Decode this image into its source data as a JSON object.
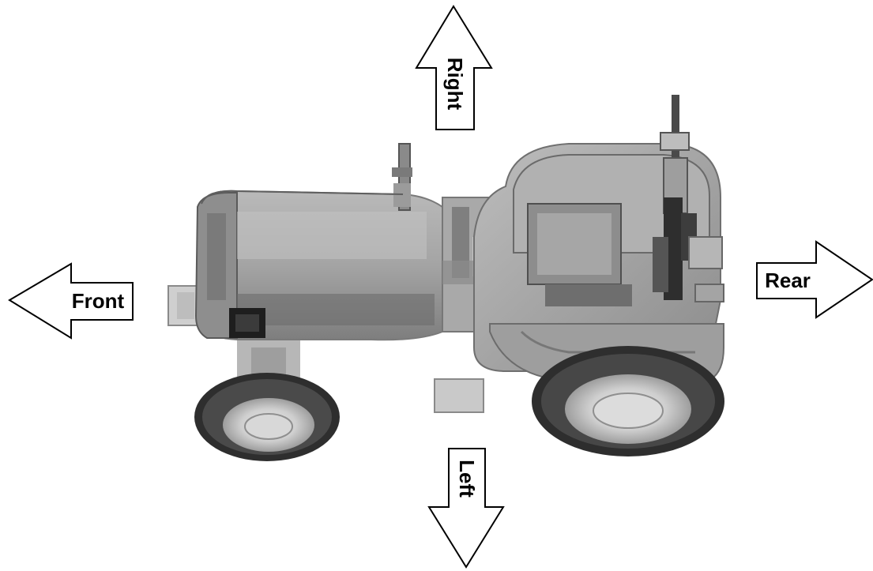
{
  "directions": {
    "front": "Front",
    "rear": "Rear",
    "right": "Right",
    "left": "Left"
  },
  "colors": {
    "arrow_stroke": "#000000",
    "arrow_fill": "#ffffff",
    "tractor_body": "#9a9a9a",
    "tractor_dark": "#3a3a3a",
    "tractor_tire": "#2e2e2e"
  }
}
